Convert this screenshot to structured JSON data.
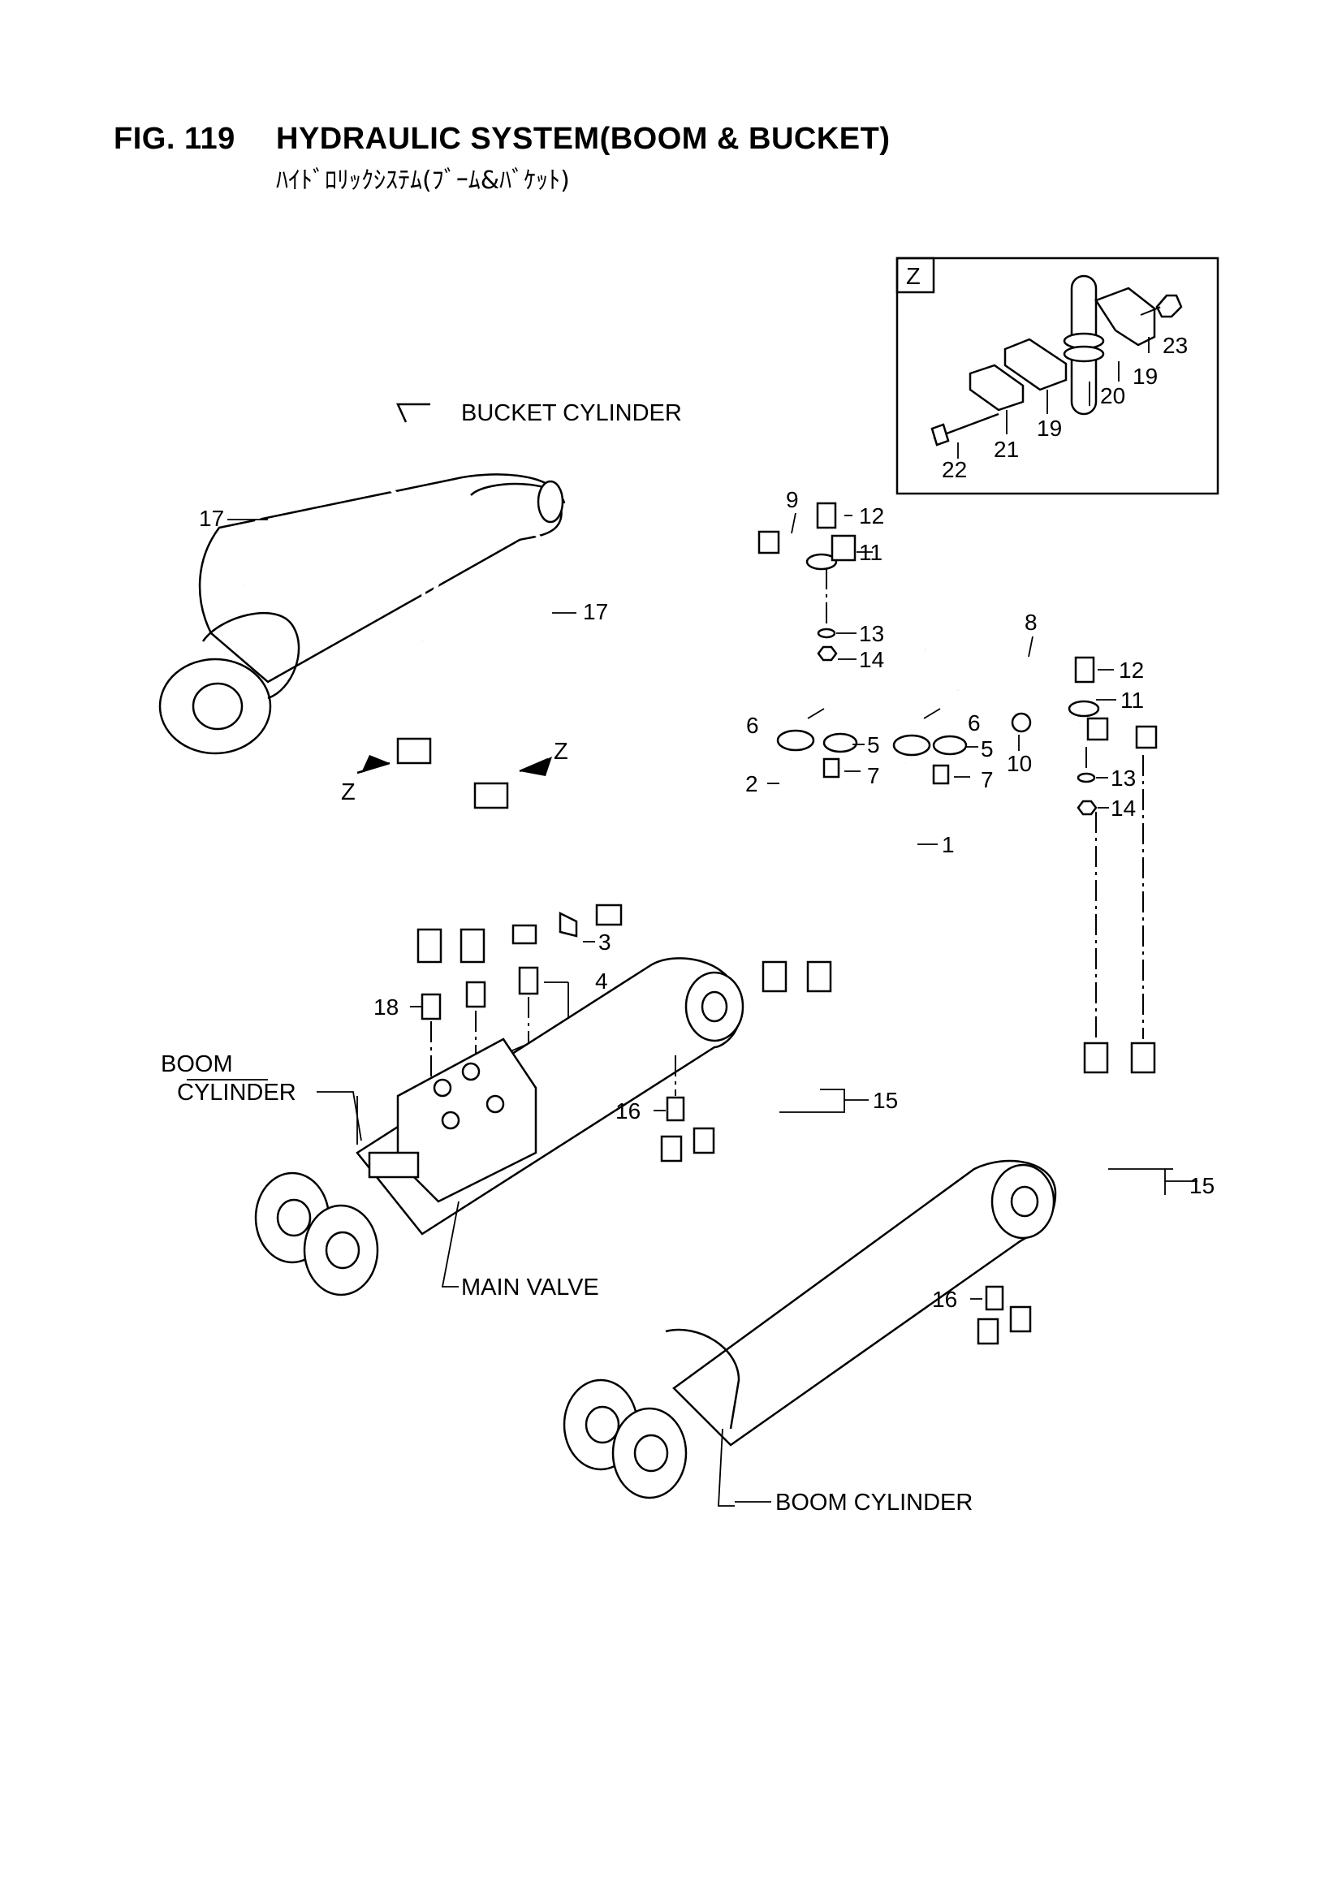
{
  "figure": {
    "number": "FIG. 119",
    "title": "HYDRAULIC SYSTEM(BOOM & BUCKET)",
    "subtitle": "ﾊｲﾄﾞﾛﾘｯｸｼｽﾃﾑ(ﾌﾞｰﾑ&ﾊﾞｹｯﾄ)"
  },
  "components": {
    "bucket_cylinder": "BUCKET CYLINDER",
    "boom_cylinder_left_line1": "BOOM",
    "boom_cylinder_left_line2": "CYLINDER",
    "boom_cylinder_right": "BOOM CYLINDER",
    "main_valve": "MAIN VALVE"
  },
  "detail": {
    "label": "Z",
    "view_marker": "Z",
    "parts": [
      "19",
      "19",
      "20",
      "21",
      "22",
      "23"
    ]
  },
  "parts": {
    "p1": "1",
    "p2": "2",
    "p3": "3",
    "p4": "4",
    "p5a": "5",
    "p5b": "5",
    "p6a": "6",
    "p6b": "6",
    "p7a": "7",
    "p7b": "7",
    "p8": "8",
    "p9": "9",
    "p10": "10",
    "p11a": "11",
    "p11b": "11",
    "p12a": "12",
    "p12b": "12",
    "p13a": "13",
    "p13b": "13",
    "p14a": "14",
    "p14b": "14",
    "p15a": "15",
    "p15b": "15",
    "p16a": "16",
    "p16b": "16",
    "p17a": "17",
    "p17b": "17",
    "p18": "18"
  }
}
